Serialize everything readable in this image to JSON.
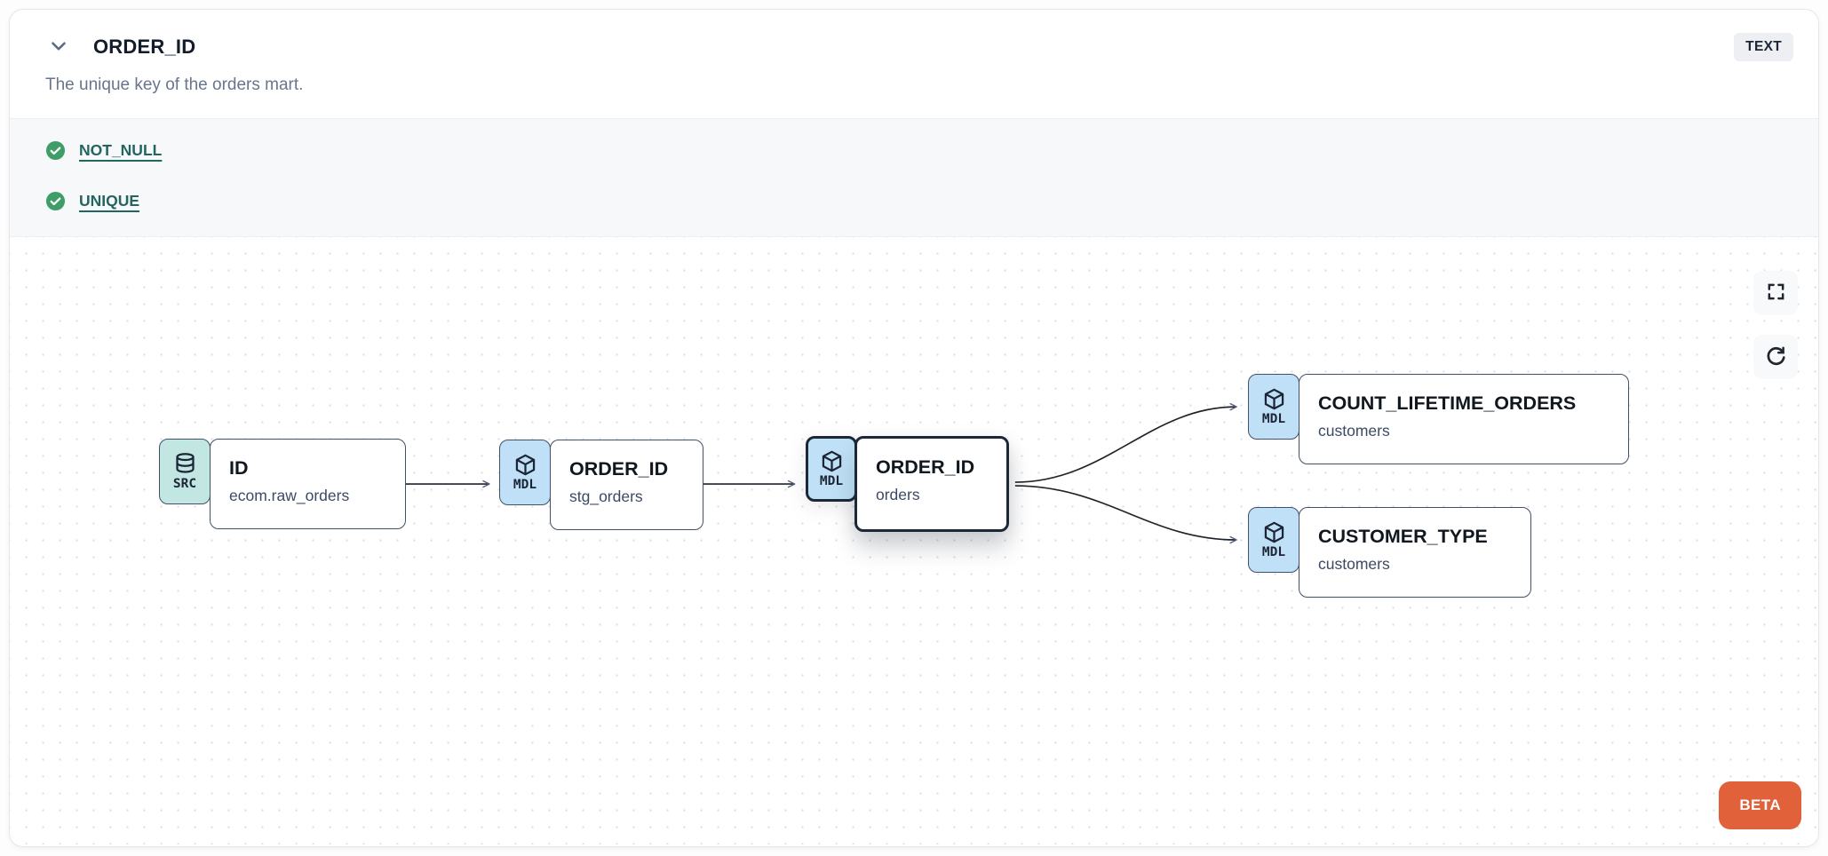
{
  "header": {
    "title": "ORDER_ID",
    "type_badge": "TEXT",
    "description": "The unique key of the orders mart."
  },
  "tests": {
    "items": [
      {
        "label": "NOT_NULL",
        "status": "pass"
      },
      {
        "label": "UNIQUE",
        "status": "pass"
      }
    ]
  },
  "canvas": {
    "beta_label": "BETA",
    "nodes": [
      {
        "kind": "SRC",
        "label": "ID",
        "sublabel": "ecom.raw_orders",
        "selected": false
      },
      {
        "kind": "MDL",
        "label": "ORDER_ID",
        "sublabel": "stg_orders",
        "selected": false
      },
      {
        "kind": "MDL",
        "label": "ORDER_ID",
        "sublabel": "orders",
        "selected": true
      },
      {
        "kind": "MDL",
        "label": "COUNT_LIFETIME_ORDERS",
        "sublabel": "customers",
        "selected": false
      },
      {
        "kind": "MDL",
        "label": "CUSTOMER_TYPE",
        "sublabel": "customers",
        "selected": false
      }
    ],
    "edges": [
      {
        "from": "ID",
        "to": "ORDER_ID (stg_orders)"
      },
      {
        "from": "ORDER_ID (stg_orders)",
        "to": "ORDER_ID (orders)"
      },
      {
        "from": "ORDER_ID (orders)",
        "to": "COUNT_LIFETIME_ORDERS"
      },
      {
        "from": "ORDER_ID (orders)",
        "to": "CUSTOMER_TYPE"
      }
    ]
  },
  "colors": {
    "src_badge": "#c2e6e2",
    "mdl_badge": "#bfe0f6",
    "test_link": "#23655f",
    "check_green": "#3f9d68",
    "beta_orange": "#e0613a",
    "node_border": "#42506a",
    "selected_border": "#1c2838"
  }
}
